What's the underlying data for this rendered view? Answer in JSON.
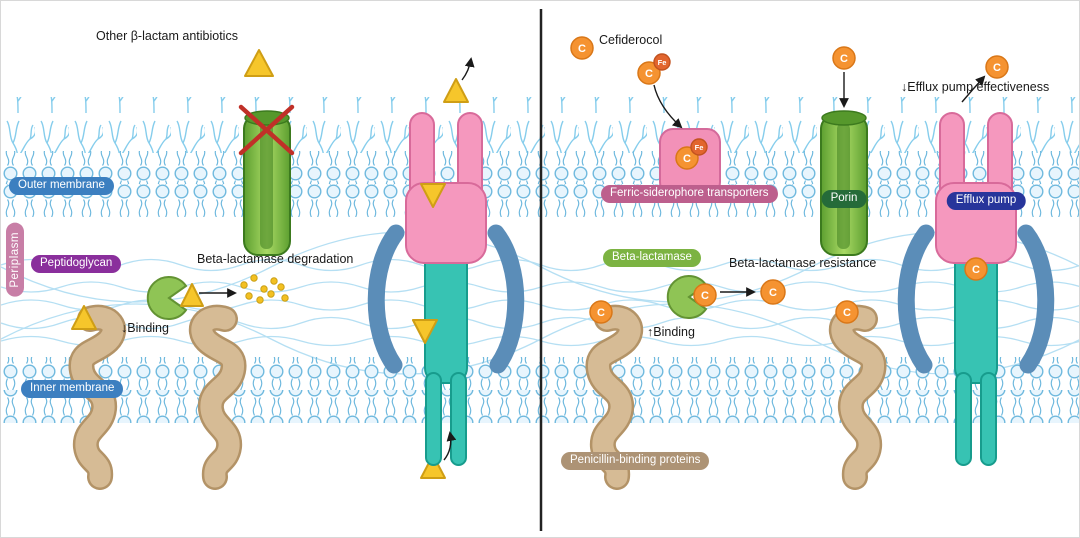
{
  "labels": {
    "other_beta_lactam": "Other β-lactam antibiotics",
    "outer_membrane": "Outer membrane",
    "peptidoglycan": "Peptidoglycan",
    "periplasm": "Periplasm",
    "inner_membrane": "Inner membrane",
    "beta_lactamase_degradation": "Beta-lactamase degradation",
    "binding_down": "↓Binding",
    "cefiderocol": "Cefiderocol",
    "ferric_siderophore_transporters": "Ferric-siderophore transporters",
    "porin": "Porin",
    "efflux_pump": "Efflux pump",
    "efflux_effectiveness": "↓Efflux pump effectiveness",
    "beta_lactamase": "Beta-lactamase",
    "beta_lactamase_resistance": "Beta-lactamase resistance",
    "binding_up": "↑Binding",
    "penicillin_binding_proteins": "Penicillin-binding proteins"
  },
  "glyphs": {
    "c": "C",
    "fe": "Fe"
  },
  "colors": {
    "membrane_blue": "#6fb9de",
    "membrane_head_fill": "#e8f5fd",
    "lps_blue": "#86cdec",
    "mesh_blue": "#a9daf1",
    "outer_membrane_pill": "#3c7fc0",
    "inner_membrane_pill": "#3c7fc0",
    "peptidoglycan_pill": "#8a2f9c",
    "periplasm_pill": "#c87ea6",
    "ferric_pill": "#bd5f8d",
    "porin_pill": "#256b39",
    "efflux_pill": "#27359b",
    "beta_lactamase_pill": "#7cb342",
    "pbp_pill": "#ad9375",
    "antibiotic_yellow": "#f6c62b",
    "cefiderocol_orange": "#f59331",
    "fe_orange": "#e2652e",
    "porin_green": "#5d9f30",
    "efflux_pink": "#f598be",
    "efflux_arm_blue": "#5b8db8",
    "efflux_channel_teal": "#37c3b3",
    "pbp_tan": "#d6bb95",
    "blocked_x_red": "#c03028"
  }
}
